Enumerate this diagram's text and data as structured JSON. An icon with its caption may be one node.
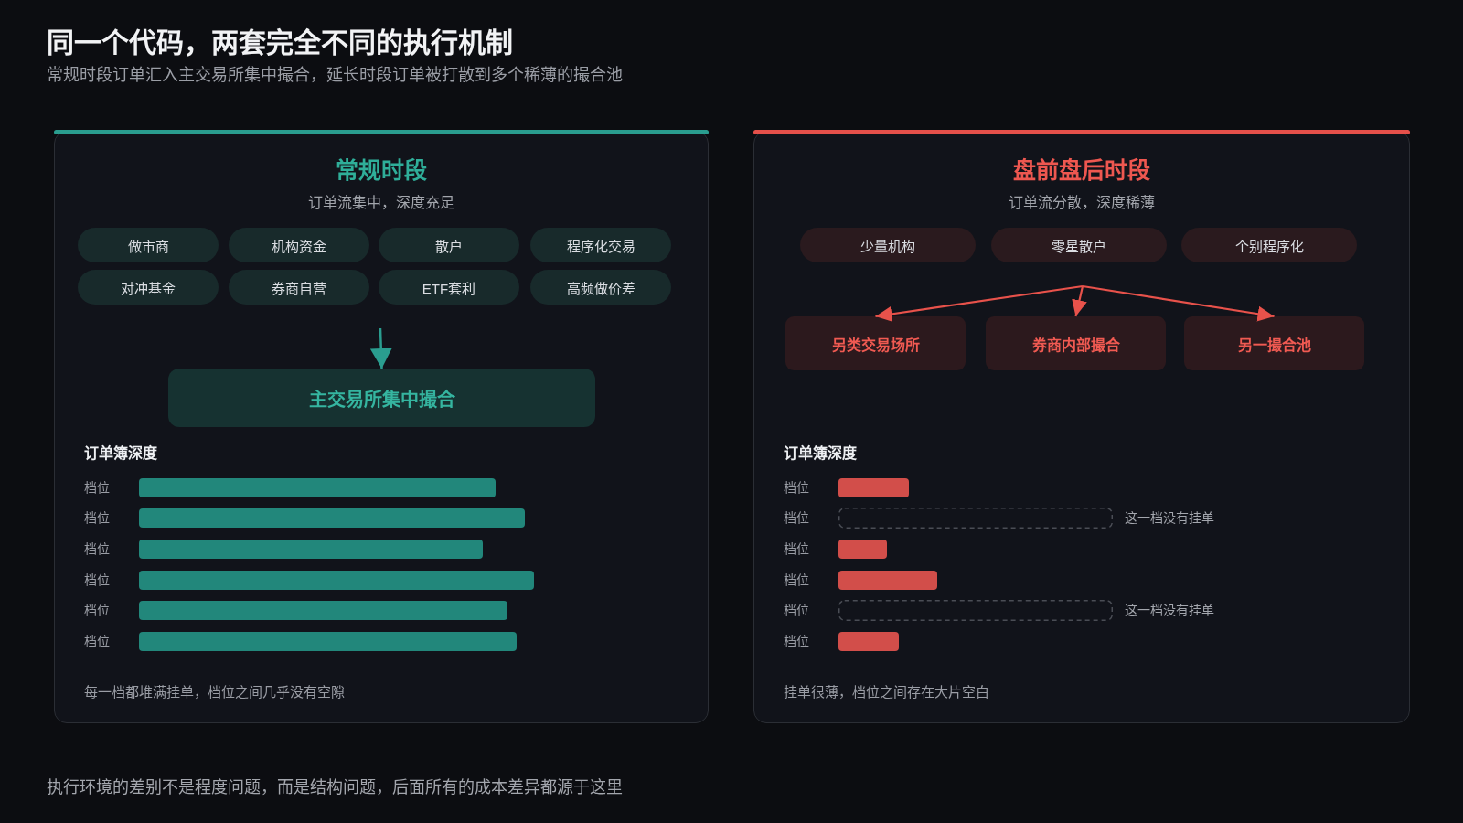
{
  "diagram": {
    "title": "同一个代码，两套完全不同的执行机制",
    "caption": "执行环境的差别不是程度问题，而是结构问题，后面所有的成本差异都源于这里",
    "nodes": [
      {
        "text": [
          "常规时段",
          "订单流集中，深度充足",
          "订单簿深度",
          "每一档都堆满挂单，档位之间几乎没有空隙"
        ]
      },
      {
        "text": [
          "做市商"
        ],
        "in": 0
      },
      {
        "text": [
          "机构资金"
        ],
        "in": 0
      },
      {
        "text": [
          "散户"
        ],
        "in": 0
      },
      {
        "text": [
          "程序化交易"
        ],
        "in": 0
      },
      {
        "text": [
          "对冲基金"
        ],
        "in": 0
      },
      {
        "text": [
          "券商自营"
        ],
        "in": 0
      },
      {
        "text": [
          "ETF套利"
        ],
        "in": 0
      },
      {
        "text": [
          "高频做价差"
        ],
        "in": 0
      },
      {
        "text": [
          "主交易所集中撮合"
        ],
        "in": 0
      },
      {
        "text": [
          "盘前盘后时段",
          "订单流分散，深度稀薄",
          "订单簿深度",
          "挂单很薄，档位之间存在大片空白"
        ]
      },
      {
        "text": [
          "少量机构"
        ],
        "in": 10
      },
      {
        "text": [
          "零星散户"
        ],
        "in": 10
      },
      {
        "text": [
          "个别程序化"
        ],
        "in": 10
      },
      {
        "text": [
          "另类交易场所"
        ],
        "in": 10
      },
      {
        "text": [
          "券商内部撮合"
        ],
        "in": 10
      },
      {
        "text": [
          "另一撮合池"
        ],
        "in": 10
      }
    ],
    "edges": [
      {
        "from": null,
        "to": 9,
        "arrow": "to",
        "color": "#2a9d8f"
      },
      {
        "from": null,
        "to": 14,
        "arrow": "to"
      },
      {
        "from": null,
        "to": 15,
        "arrow": "to"
      },
      {
        "from": null,
        "to": 16,
        "arrow": "to"
      }
    ],
    "labels": [
      "常规时段订单汇入主交易所集中撮合，延长时段订单被打散到多个稀薄的撮合池",
      "档位",
      "档位",
      "档位",
      "档位",
      "档位",
      "档位",
      "档位",
      "档位",
      "这一档没有挂单",
      "档位",
      "档位",
      "档位",
      "这一档没有挂单",
      "档位"
    ]
  }
}
